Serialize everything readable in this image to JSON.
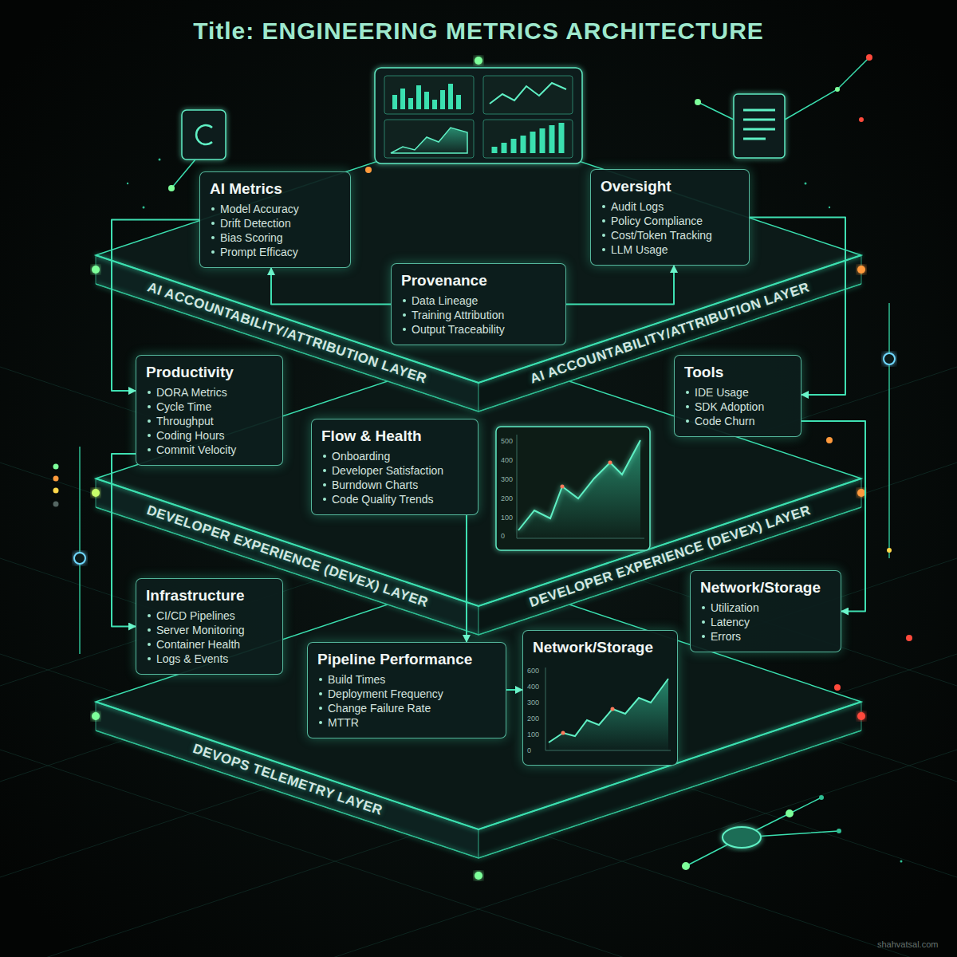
{
  "diagram": {
    "title": "Title: ENGINEERING METRICS ARCHITECTURE",
    "nodes": [
      {
        "text": [
          "AI ACCOUNTABILITY/ATTRIBUTION LAYER",
          "AI ACCOUNTABILITY/ATTRIBUTION LAYER"
        ]
      },
      {
        "text": [
          "AI Metrics",
          "Model Accuracy",
          "Drift Detection",
          "Bias Scoring",
          "Prompt Efficacy"
        ],
        "in": 0
      },
      {
        "text": [
          "Oversight",
          "Audit Logs",
          "Policy Compliance",
          "Cost/Token Tracking",
          "LLM Usage"
        ],
        "in": 0
      },
      {
        "text": [
          "Provenance",
          "Data Lineage",
          "Training Attribution",
          "Output Traceability"
        ],
        "in": 0
      },
      {
        "text": [
          "DEVELOPER EXPERIENCE (DEVEX) LAYER",
          "DEVELOPER EXPERIENCE (DEVEX) LAYER"
        ]
      },
      {
        "text": [
          "Productivity",
          "DORA Metrics",
          "Cycle Time",
          "Throughput",
          "Coding Hours",
          "Commit Velocity"
        ],
        "in": 4
      },
      {
        "text": [
          "Flow & Health",
          "Onboarding",
          "Developer Satisfaction",
          "Burndown Charts",
          "Code Quality Trends"
        ],
        "in": 4
      },
      {
        "text": [
          "Tools",
          "IDE Usage",
          "SDK Adoption",
          "Code Churn"
        ],
        "in": 4
      },
      {
        "text": [
          "DEVOPS TELEMETRY LAYER"
        ]
      },
      {
        "text": [
          "Infrastructure",
          "CI/CD Pipelines",
          "Server Monitoring",
          "Container Health",
          "Logs & Events"
        ],
        "in": 8
      },
      {
        "text": [
          "Pipeline Performance",
          "Build Times",
          "Deployment Frequency",
          "Change Failure Rate",
          "MTTR"
        ],
        "in": 8
      },
      {
        "text": [
          "Network/Storage"
        ],
        "in": 8
      },
      {
        "text": [
          "Network/Storage",
          "Utilization",
          "Latency",
          "Errors"
        ],
        "in": 8
      }
    ],
    "edges": [
      {
        "from": 3,
        "to": 1,
        "arrow": "to"
      },
      {
        "from": 3,
        "to": 2,
        "arrow": "to"
      },
      {
        "from": 1,
        "to": 5,
        "arrow": "to"
      },
      {
        "from": 2,
        "to": 7,
        "arrow": "to"
      },
      {
        "from": 5,
        "to": 9,
        "arrow": "to"
      },
      {
        "from": 6,
        "to": 10,
        "arrow": "to"
      },
      {
        "from": 7,
        "to": 12,
        "arrow": "to"
      },
      {
        "from": 10,
        "to": 11,
        "arrow": "to"
      }
    ],
    "labels": [
      "500",
      "400",
      "300",
      "200",
      "100",
      "0",
      "600",
      "400",
      "300",
      "200",
      "100",
      "0",
      "shahvatsal.com"
    ]
  }
}
